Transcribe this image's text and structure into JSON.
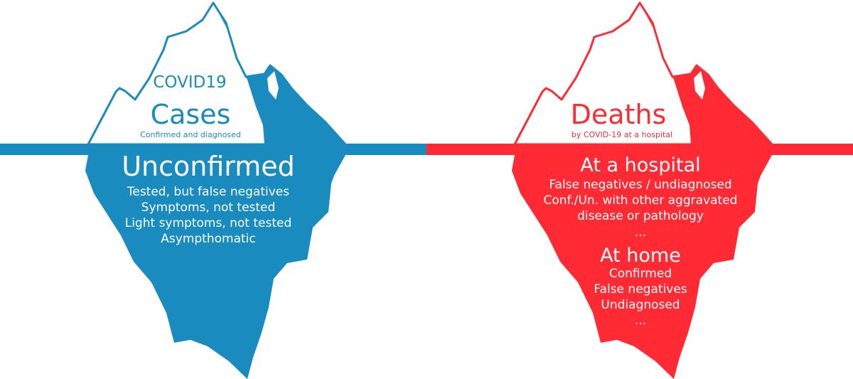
{
  "colors": {
    "blue": "#1a8bbf",
    "red": "#ff2a33",
    "background": "#ffffff"
  },
  "cases": {
    "topic": "COVID19",
    "title": "Cases",
    "subtitle": "Confirmed and diagnosed",
    "underwater_title": "Unconfirmed",
    "underwater_items": [
      "Tested, but false negatives",
      "Symptoms, not tested",
      "Light symptoms, not tested",
      "Asympthomatic"
    ]
  },
  "deaths": {
    "title": "Deaths",
    "subtitle": "by COVID-19 at a hospital",
    "hospital_title": "At a hospital",
    "hospital_items": [
      "False negatives / undiagnosed",
      "Conf./Un. with other aggravated",
      "disease or pathology",
      "..."
    ],
    "home_title": "At home",
    "home_items": [
      "Confirmed",
      "False negatives",
      "Undiagnosed",
      "..."
    ]
  }
}
